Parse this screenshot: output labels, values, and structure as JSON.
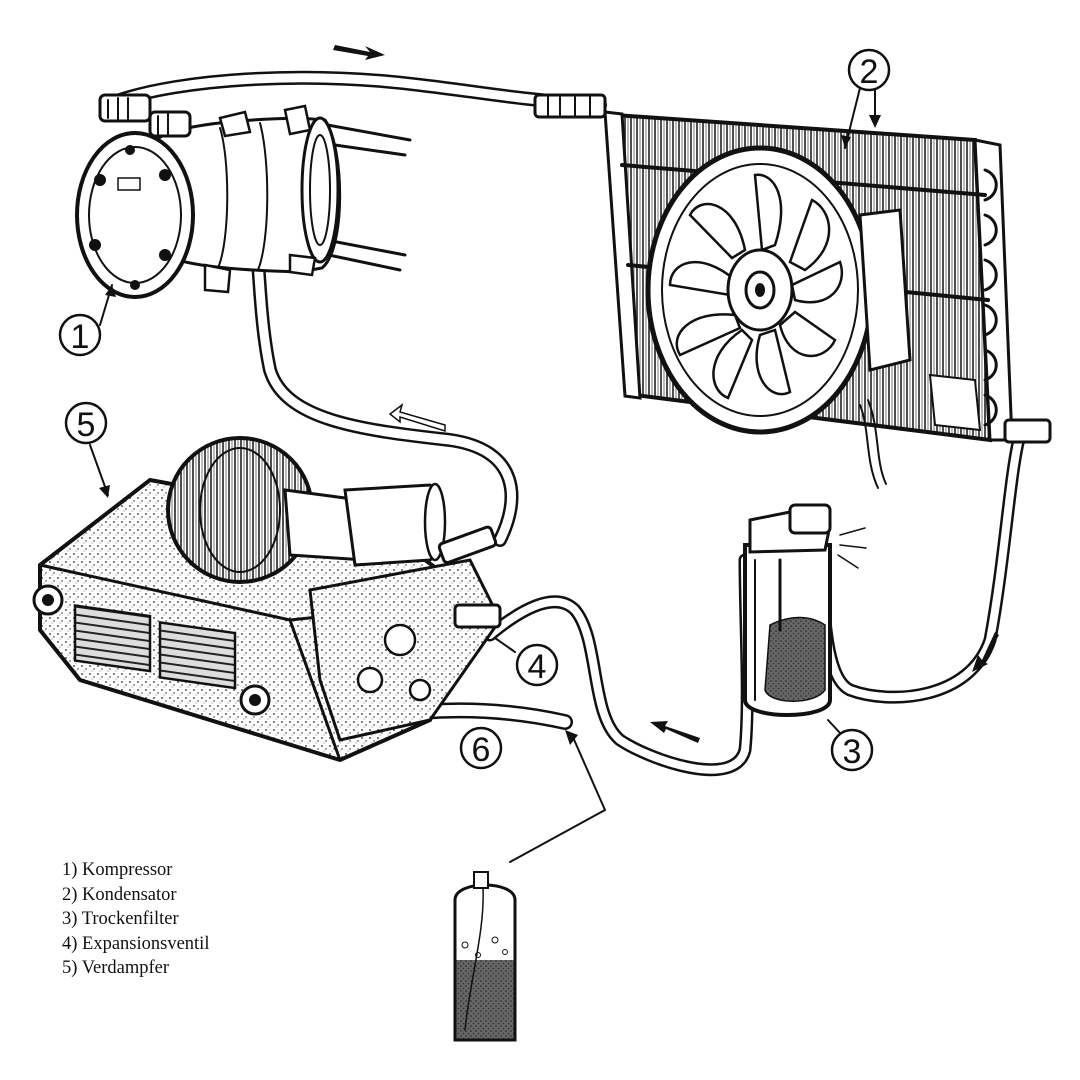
{
  "callouts": {
    "c1": "1",
    "c2": "2",
    "c3": "3",
    "c4": "4",
    "c5": "5",
    "c6": "6"
  },
  "legend": [
    "1) Kompressor",
    "2) Kondensator",
    "3) Trockenfilter",
    "4) Expansionsventil",
    "5) Verdampfer"
  ]
}
